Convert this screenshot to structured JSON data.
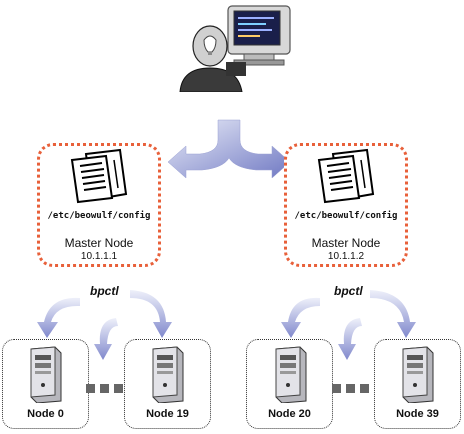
{
  "masters": [
    {
      "config_path": "/etc/beowulf/config",
      "title": "Master Node",
      "ip": "10.1.1.1"
    },
    {
      "config_path": "/etc/beowulf/config",
      "title": "Master Node",
      "ip": "10.1.1.2"
    }
  ],
  "bpctl_label": "bpctl",
  "nodes": [
    {
      "label": "Node 0"
    },
    {
      "label": "Node 19"
    },
    {
      "label": "Node 20"
    },
    {
      "label": "Node 39"
    }
  ]
}
